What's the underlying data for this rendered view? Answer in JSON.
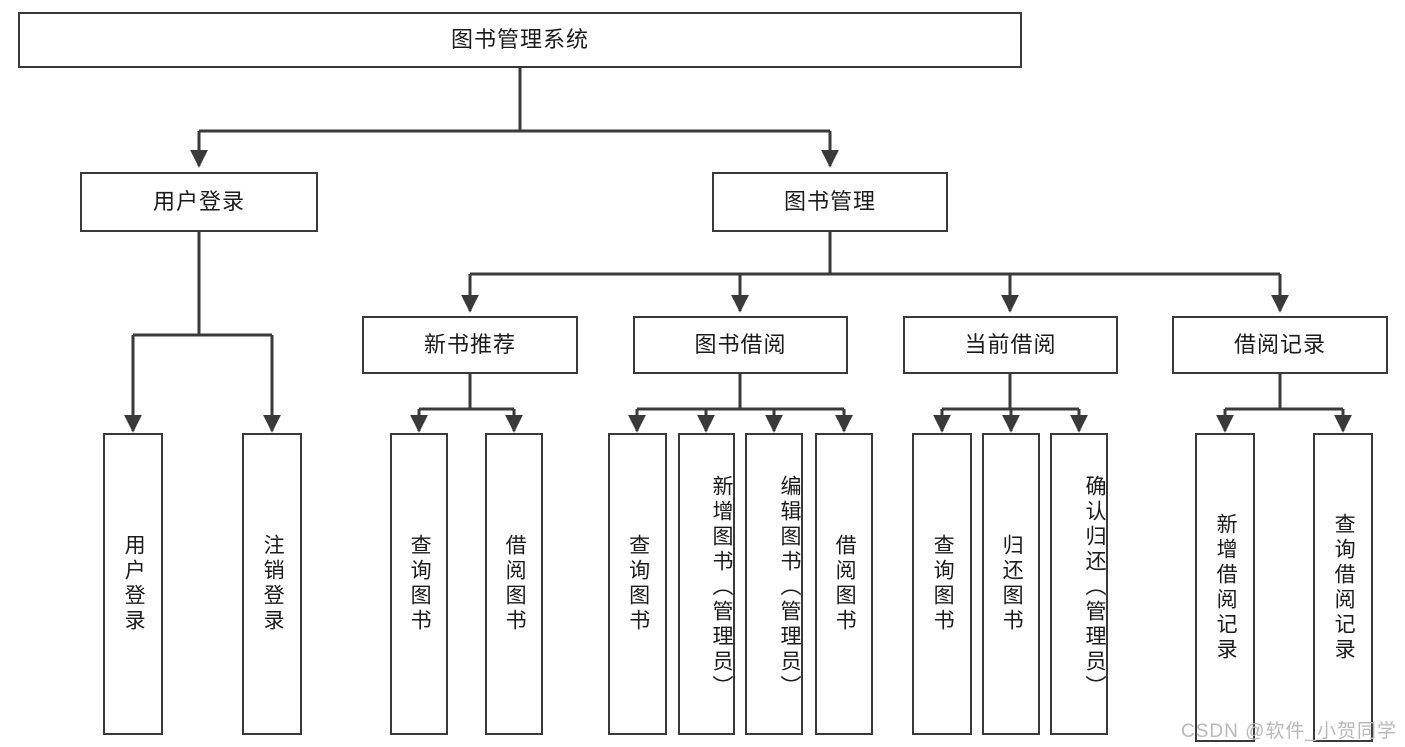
{
  "diagram": {
    "title": "图书管理系统",
    "type": "tree-flowchart",
    "colors": {
      "background": "#ffffff",
      "border": "#3a3a3a",
      "line": "#3a3a3a",
      "text": "#1b1b1b",
      "watermark": "#b9b9b9"
    },
    "root": {
      "label": "图书管理系统"
    },
    "level2": [
      {
        "label": "用户登录"
      },
      {
        "label": "图书管理"
      }
    ],
    "level3": [
      {
        "label": "新书推荐"
      },
      {
        "label": "图书借阅"
      },
      {
        "label": "当前借阅"
      },
      {
        "label": "借阅记录"
      }
    ],
    "leaves": {
      "user_login": [
        {
          "label": "用户登录"
        },
        {
          "label": "注销登录"
        }
      ],
      "new_book_recommend": [
        {
          "label": "查询图书"
        },
        {
          "label": "借阅图书"
        }
      ],
      "book_borrow": [
        {
          "label": "查询图书"
        },
        {
          "label": "新增图书（管理员）"
        },
        {
          "label": "编辑图书（管理员）"
        },
        {
          "label": "借阅图书"
        }
      ],
      "current_borrow": [
        {
          "label": "查询图书"
        },
        {
          "label": "归还图书"
        },
        {
          "label": "确认归还（管理员）"
        }
      ],
      "borrow_record": [
        {
          "label": "新增借阅记录"
        },
        {
          "label": "查询借阅记录"
        }
      ]
    }
  },
  "watermark": {
    "text": "CSDN @软件_小贺同学"
  }
}
